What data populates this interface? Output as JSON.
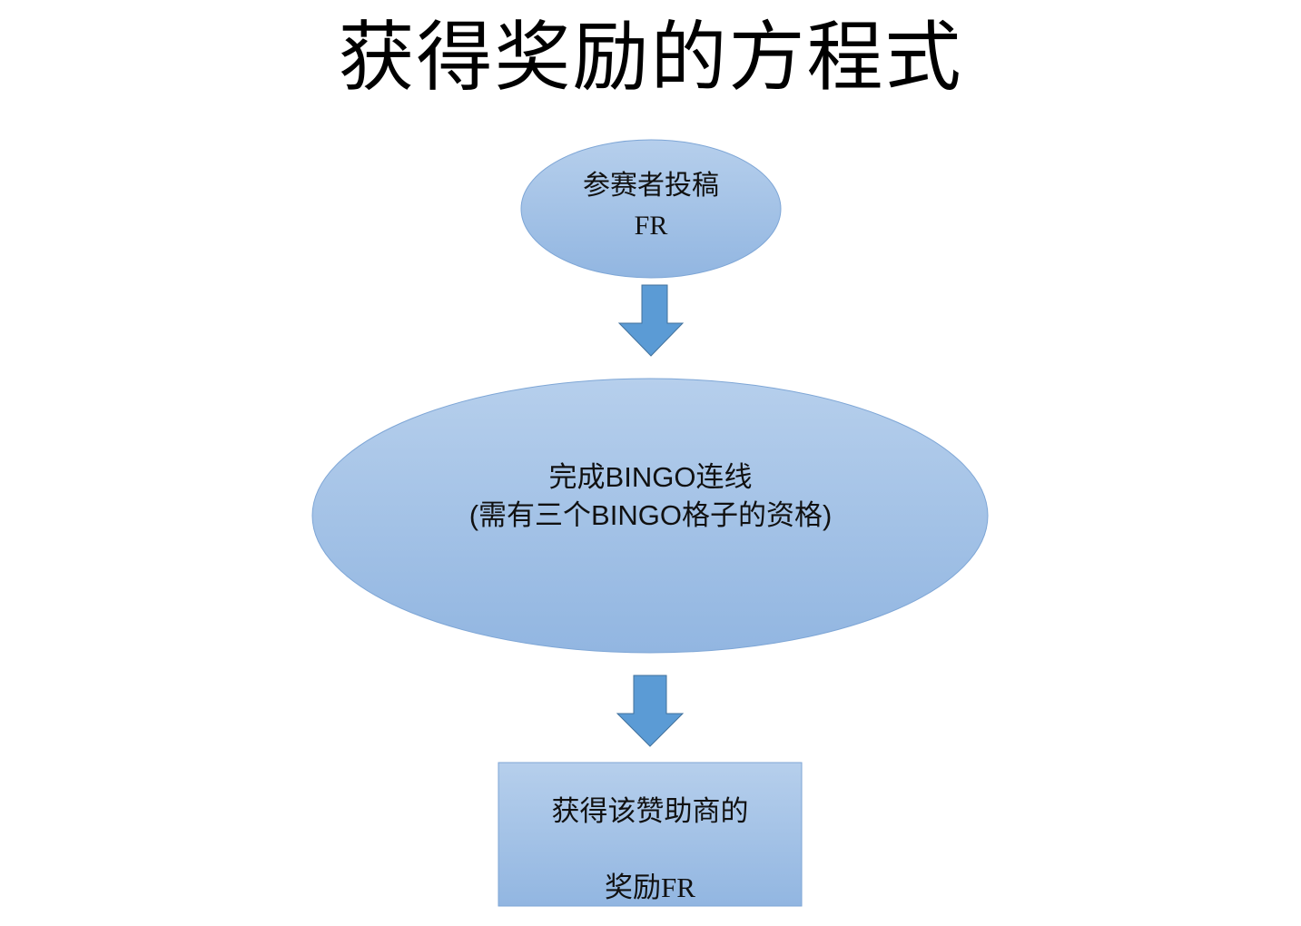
{
  "title": "获得奖励的方程式",
  "nodes": {
    "submit": {
      "line1": "参赛者投稿",
      "line2": "FR"
    },
    "bingo": {
      "line1": "完成BINGO连线",
      "line2": "(需有三个BINGO格子的资格)"
    },
    "reward": {
      "line1": "获得该赞助商的",
      "line2_cn": "奖励",
      "line2_en": "FR"
    }
  },
  "colors": {
    "fill_top": "#b4cdeb",
    "fill_bottom": "#94b8e2",
    "stroke": "#7aa3d4",
    "arrow": "#5b9bd5",
    "arrow_stroke": "#41719c"
  }
}
